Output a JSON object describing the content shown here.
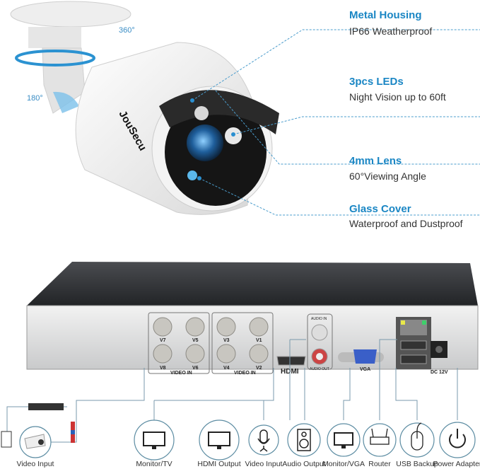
{
  "brand": "JouSecu",
  "rotation": {
    "pan": "360°",
    "tilt": "180°"
  },
  "features": [
    {
      "title": "Metal Housing",
      "subtitle": "IP66 Weatherproof"
    },
    {
      "title": "3pcs LEDs",
      "subtitle": "Night Vision up to 60ft"
    },
    {
      "title": "4mm Lens",
      "subtitle": "60°Viewing Angle"
    },
    {
      "title": "Glass Cover",
      "subtitle": "Waterproof and Dustproof"
    }
  ],
  "dvr_ports": {
    "channels": [
      "V7",
      "V5",
      "V8",
      "V6",
      "V3",
      "V1",
      "V4",
      "V2"
    ],
    "video_in": "VIDEO IN",
    "audio_in": "AUDIO IN",
    "audio_out": "AUDIO OUT",
    "hdmi": "HDMI",
    "vga": "VGA",
    "dc": "DC 12V"
  },
  "connections": [
    {
      "label": "Video Input",
      "icon": "camera-icon"
    },
    {
      "label": "Monitor/TV",
      "icon": "monitor-icon"
    },
    {
      "label": "HDMI Output",
      "icon": "monitor-icon"
    },
    {
      "label": "Video Input",
      "icon": "microphone-icon"
    },
    {
      "label": "Audio Output",
      "icon": "speaker-icon"
    },
    {
      "label": "Monitor/VGA",
      "icon": "monitor-icon"
    },
    {
      "label": "Router",
      "icon": "router-icon"
    },
    {
      "label": "USB Backup",
      "icon": "mouse-icon"
    },
    {
      "label": "Power Adapter",
      "icon": "power-icon"
    }
  ],
  "colors": {
    "accent": "#1a86c4",
    "dvr_top": "#2b2d30",
    "dvr_front": "#d9dadb"
  }
}
